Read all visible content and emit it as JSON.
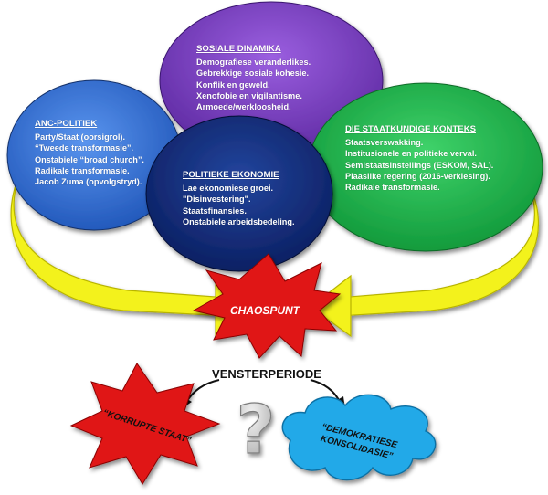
{
  "colors": {
    "anc": "#2f6fd4",
    "sosiale": "#7a3fc0",
    "staat": "#19b44a",
    "ekonomie": "#0f2a78",
    "arrow": "#f3f21a",
    "star_red": "#e01818",
    "cloud_blue": "#21a9e8",
    "question": "#cfcfcf"
  },
  "ellipses": {
    "anc": {
      "title": "ANC-POLITIEK",
      "items": [
        "Party/Staat (oorsigrol).",
        "“Tweede transformasie”.",
        "Onstabiele “broad church”.",
        "Radikale transformasie.",
        "Jacob Zuma (opvolgstryd)."
      ]
    },
    "sosiale": {
      "title": "SOSIALE DINAMIKA",
      "items": [
        "Demografiese veranderlikes.",
        "Gebrekkige sosiale kohesie.",
        "Konflik en geweld.",
        "Xenofobie en vigilantisme.",
        "Armoede/werkloosheid."
      ]
    },
    "staat": {
      "title": "DIE STAATKUNDIGE KONTEKS",
      "items": [
        "Staatsverswakking.",
        "Institusionele en politieke verval.",
        "Semistaatsinstellings (ESKOM, SAL).",
        "Plaaslike regering (2016-verkiesing).",
        "Radikale transformasie."
      ]
    },
    "ekonomie": {
      "title": "POLITIEKE EKONOMIE",
      "items": [
        "Lae ekonomiese groei.",
        "\"Disinvestering\".",
        "Staatsfinansies.",
        "Onstabiele arbeidsbedeling."
      ]
    }
  },
  "chaospunt": "CHAOSPUNT",
  "vensterperiode": "VENSTERPERIODE",
  "korrupte_staat": "“KORRUPTE STAAT”",
  "demokratiese": [
    "“DEMOKRATIESE",
    "KONSOLIDASIE”"
  ],
  "question_mark": "?"
}
